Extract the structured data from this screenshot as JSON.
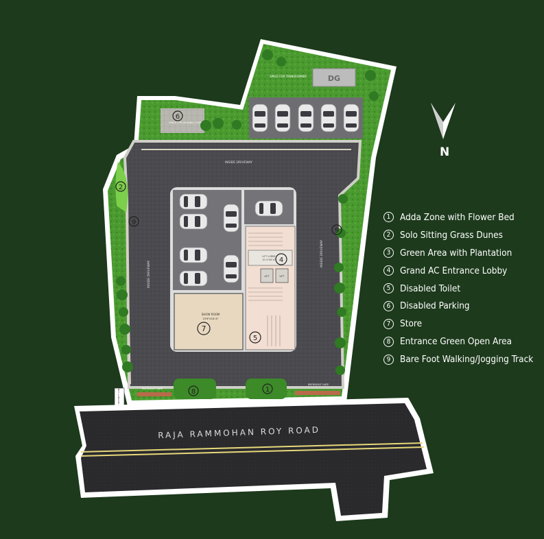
{
  "legend": [
    {
      "num": "1",
      "label": "Adda Zone with Flower Bed"
    },
    {
      "num": "2",
      "label": "Solo Sitting Grass Dunes"
    },
    {
      "num": "3",
      "label": "Green Area with Plantation"
    },
    {
      "num": "4",
      "label": "Grand AC Entrance Lobby"
    },
    {
      "num": "5",
      "label": "Disabled Toilet"
    },
    {
      "num": "6",
      "label": "Disabled Parking"
    },
    {
      "num": "7",
      "label": "Store"
    },
    {
      "num": "8",
      "label": "Entrance Green Open Area"
    },
    {
      "num": "9",
      "label": "Bare Foot Walking/Jogging Track"
    }
  ],
  "north": "N",
  "road": "RAJA RAMMOHAN ROY ROAD",
  "plan_labels": {
    "dg": "DG",
    "transformer": "SPACE FOR TRANSFORMER",
    "compost": "SPACE FOR ORGANIC COMPOSTER",
    "driveway": "INSIDE DRIVEWAY",
    "showroom": "SHOW ROOM",
    "showroom_size": "25'6\"X18'-6\"",
    "lift_lobby": "LIFT LOBBY",
    "lift_lobby_size": "10'-0\"X6'-6\"",
    "lift": "LIFT",
    "entry_gate": "ENTRY/EXIT GATE",
    "guard": "GATE SECURITY CUBICLE"
  },
  "markers": {
    "m1": "1",
    "m2": "2",
    "m4": "4",
    "m5": "5",
    "m6": "6",
    "m7": "7",
    "m8": "8",
    "m9": "9"
  },
  "colors": {
    "background": "#1d3a1c",
    "site_outline": "#ffffff",
    "driveway": "#4a4a4f",
    "road": "#2a2a2d",
    "road_line": "#e8d97a",
    "greenery": "#3f8a2a",
    "showroom": "#e8d8bf",
    "core": "#f2ded2"
  }
}
